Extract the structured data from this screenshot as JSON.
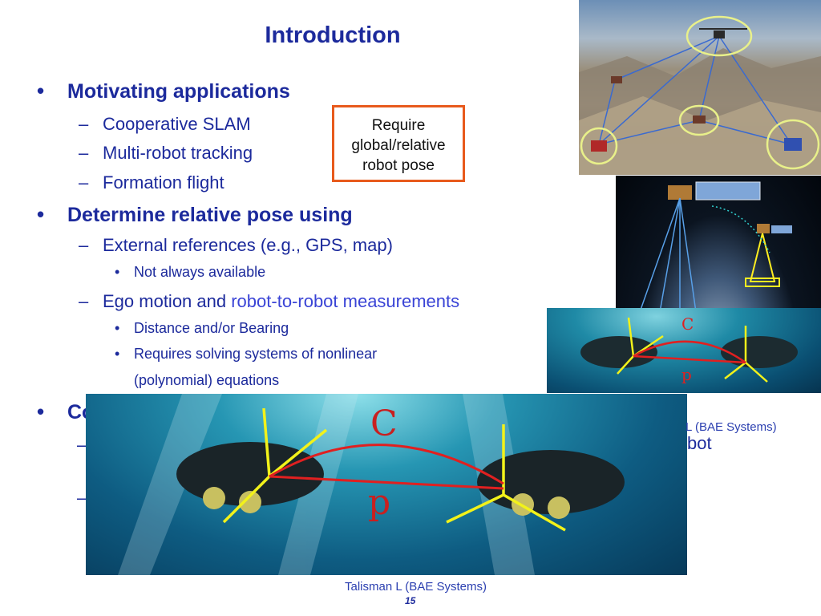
{
  "slide": {
    "title": "Introduction",
    "bullets": [
      {
        "text": "Motivating applications",
        "subs": [
          {
            "text": "Cooperative SLAM"
          },
          {
            "text": "Multi-robot tracking"
          },
          {
            "text": "Formation flight"
          }
        ]
      },
      {
        "text": "Determine relative pose using",
        "subs": [
          {
            "text": "External references (e.g., GPS, map)",
            "subsubs": [
              "Not always available"
            ]
          },
          {
            "text_plain": "Ego motion and ",
            "text_highlight": "robot-to-robot measurements",
            "subsubs": [
              "Distance and/or Bearing",
              "Requires solving systems of nonlinear",
              "(polynomial) equations"
            ]
          }
        ]
      },
      {
        "text_partial": "Co"
      }
    ],
    "partial_right_text": "bot",
    "callout": {
      "lines": [
        "Require",
        "global/relative",
        "robot pose"
      ]
    },
    "caption": "Talisman L (BAE Systems)",
    "caption_back_partial": "L (BAE Systems)",
    "page_number": "15",
    "figure_labels": {
      "c": "C",
      "p": "p"
    },
    "colors": {
      "title": "#1c2a9c",
      "highlight": "#3a44d6",
      "callout_border": "#e85a1c",
      "axis_yellow": "#f2f21a",
      "arrow_red": "#e02020"
    }
  }
}
